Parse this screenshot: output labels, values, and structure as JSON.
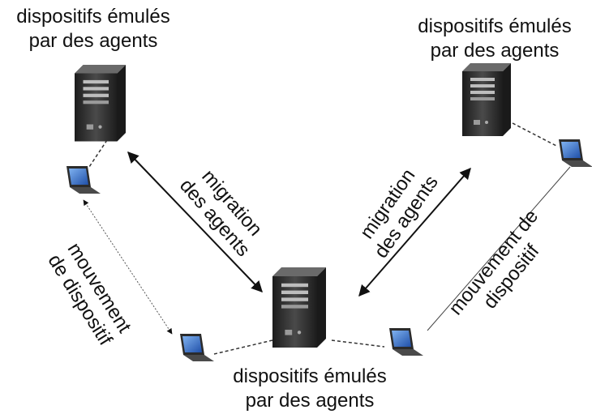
{
  "nodes": {
    "top_left": {
      "line1": "dispositifs émulés",
      "line2": "par des agents"
    },
    "top_right": {
      "line1": "dispositifs émulés",
      "line2": "par des agents"
    },
    "bottom": {
      "line1": "dispositifs émulés",
      "line2": "par des agents"
    }
  },
  "edges": {
    "migration_left": {
      "line1": "migration",
      "line2": "des agents"
    },
    "migration_right": {
      "line1": "migration",
      "line2": "des agents"
    },
    "move_left": {
      "line1": "mouvement",
      "line2": "de dispositif"
    },
    "move_right": {
      "line1": "mouvement de",
      "line2": "dispositif"
    }
  },
  "colors": {
    "server_dark": "#2a2a2a",
    "server_mid": "#505050",
    "screen_blue": "#2f6fd0",
    "laptop_body": "#3a3a3a",
    "text": "#111111"
  },
  "icons": [
    "server-icon",
    "laptop-icon"
  ]
}
